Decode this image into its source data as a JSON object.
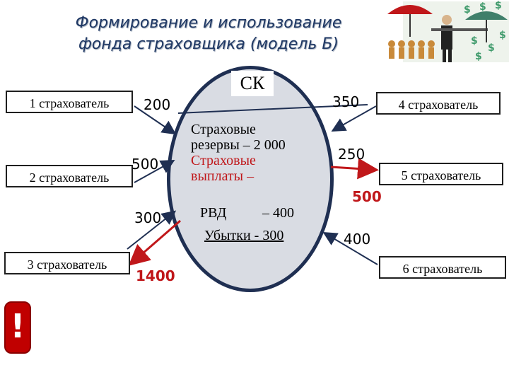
{
  "title": {
    "line1": "Формирование и использование",
    "line2": "фонда страховщика (модель Б)"
  },
  "center": {
    "label": "СК",
    "reserves": "Страховые",
    "reserves2": "резервы – 2 000",
    "payouts": "Страховые",
    "payouts2": "выплаты –",
    "rvd": "РВД",
    "rvd_value": "– 400",
    "losses": "Убытки - 300"
  },
  "insurers": {
    "i1": "1 страхователь",
    "i2": "2 страхователь",
    "i3": "3 страхователь",
    "i4": "4 страхователь",
    "i5": "5 страхователь",
    "i6": "6 страхователь"
  },
  "flows": {
    "f1": "200",
    "f2": "500",
    "f3": "300",
    "f3_out": "1400",
    "f4": "350",
    "f5": "250",
    "f5_out": "500",
    "f6": "400"
  },
  "icons": {
    "decoration": "insurance-umbrella-money-icon",
    "warning": "exclamation-icon"
  },
  "colors": {
    "payout_red": "#c0171a",
    "ellipse_fill": "#d9dce3",
    "ellipse_border": "#1f2f52",
    "title_blue": "#1f3864"
  }
}
